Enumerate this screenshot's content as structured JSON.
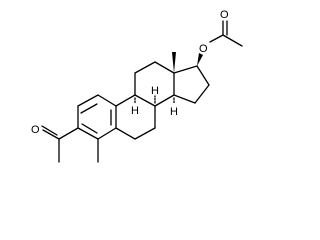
{
  "molecule": {
    "atom_labels": {
      "o_acetoxy": "O",
      "o_acetoxy_carbonyl": "O",
      "o_acetyl": "O",
      "h_9": "H",
      "h_8": "H",
      "h_14": "H"
    }
  }
}
